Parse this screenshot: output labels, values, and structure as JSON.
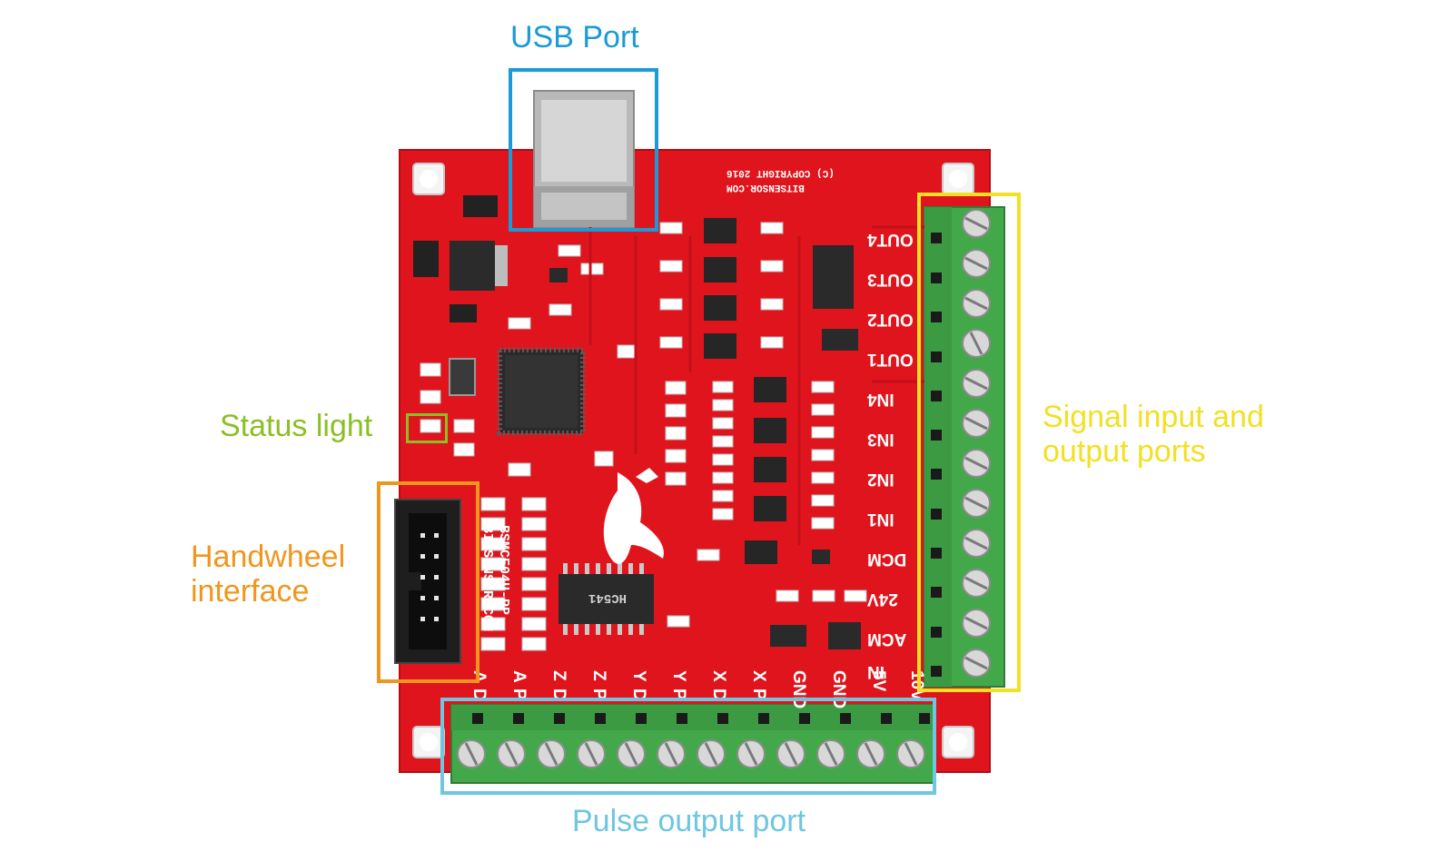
{
  "callouts": {
    "usb_port": {
      "label": "USB Port",
      "color": "#1a9ad6"
    },
    "status_light": {
      "label": "Status light",
      "color": "#8cbf26"
    },
    "handwheel": {
      "label": "Handwheel\ninterface",
      "color": "#f0961e"
    },
    "signal_ports": {
      "label": "Signal input and\noutput ports",
      "color": "#f2e024"
    },
    "pulse_port": {
      "label": "Pulse output port",
      "color": "#6ec6e0"
    }
  },
  "board": {
    "color": "#e0141c",
    "copyright": "(C) COPYRIGHT 2016",
    "brand": "BITSENSOR.COM",
    "model_line_1": "BSMCE04U-PP",
    "model_line_2": "BITSENSOR.COM",
    "chip_label": "HC541",
    "right_pins": [
      "OUT4",
      "OUT3",
      "OUT2",
      "OUT1",
      "IN4",
      "IN3",
      "IN2",
      "IN1",
      "DCM",
      "24V",
      "ACM",
      "IN"
    ],
    "bottom_pins": [
      "D",
      "P",
      "D",
      "P",
      "D",
      "P",
      "D",
      "P",
      "GND",
      "GND",
      "5V",
      "10V"
    ],
    "bottom_pin_axes": [
      "A",
      "A",
      "Z",
      "Z",
      "Y",
      "Y",
      "X",
      "X",
      "",
      "",
      "",
      ""
    ]
  }
}
